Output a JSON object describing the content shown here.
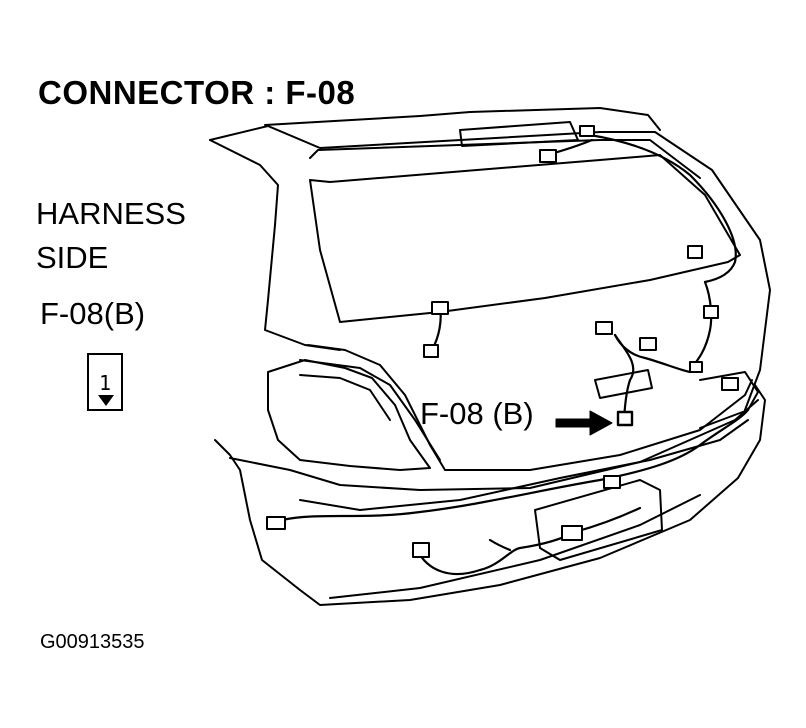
{
  "title": "CONNECTOR : F-08",
  "harness_line1": "HARNESS",
  "harness_line2": "SIDE",
  "connector_name": "F-08(B)",
  "connector_pin": "1",
  "callout_label": "F-08 (B)",
  "figure_id": "G00913535"
}
